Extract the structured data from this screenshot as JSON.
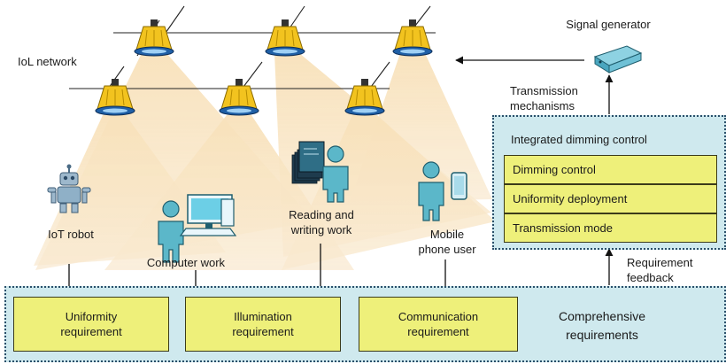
{
  "network_label": "IoL network",
  "signal_generator_label": "Signal generator",
  "transmission_label": "Transmission\nmechanisms",
  "integrated_control": {
    "title": "Integrated dimming control",
    "items": [
      "Dimming control",
      "Uniformity deployment",
      "Transmission mode"
    ]
  },
  "feedback_label": "Requirement\nfeedback",
  "users": [
    {
      "label": "IoT robot"
    },
    {
      "label": "Computer work"
    },
    {
      "label": "Reading and\nwriting work"
    },
    {
      "label": "Mobile\nphone user"
    }
  ],
  "requirements": [
    {
      "label": "Uniformity\nrequirement"
    },
    {
      "label": "Illumination\nrequirement"
    },
    {
      "label": "Communication\nrequirement"
    }
  ],
  "comprehensive_label": "Comprehensive\nrequirements",
  "colors": {
    "panel_fill": "#cfe9ee",
    "requirement_box": "#eef07a",
    "light_cone": "#f6d9a6",
    "lamp_yellow": "#f2c31f",
    "person": "#5bb7c9"
  }
}
